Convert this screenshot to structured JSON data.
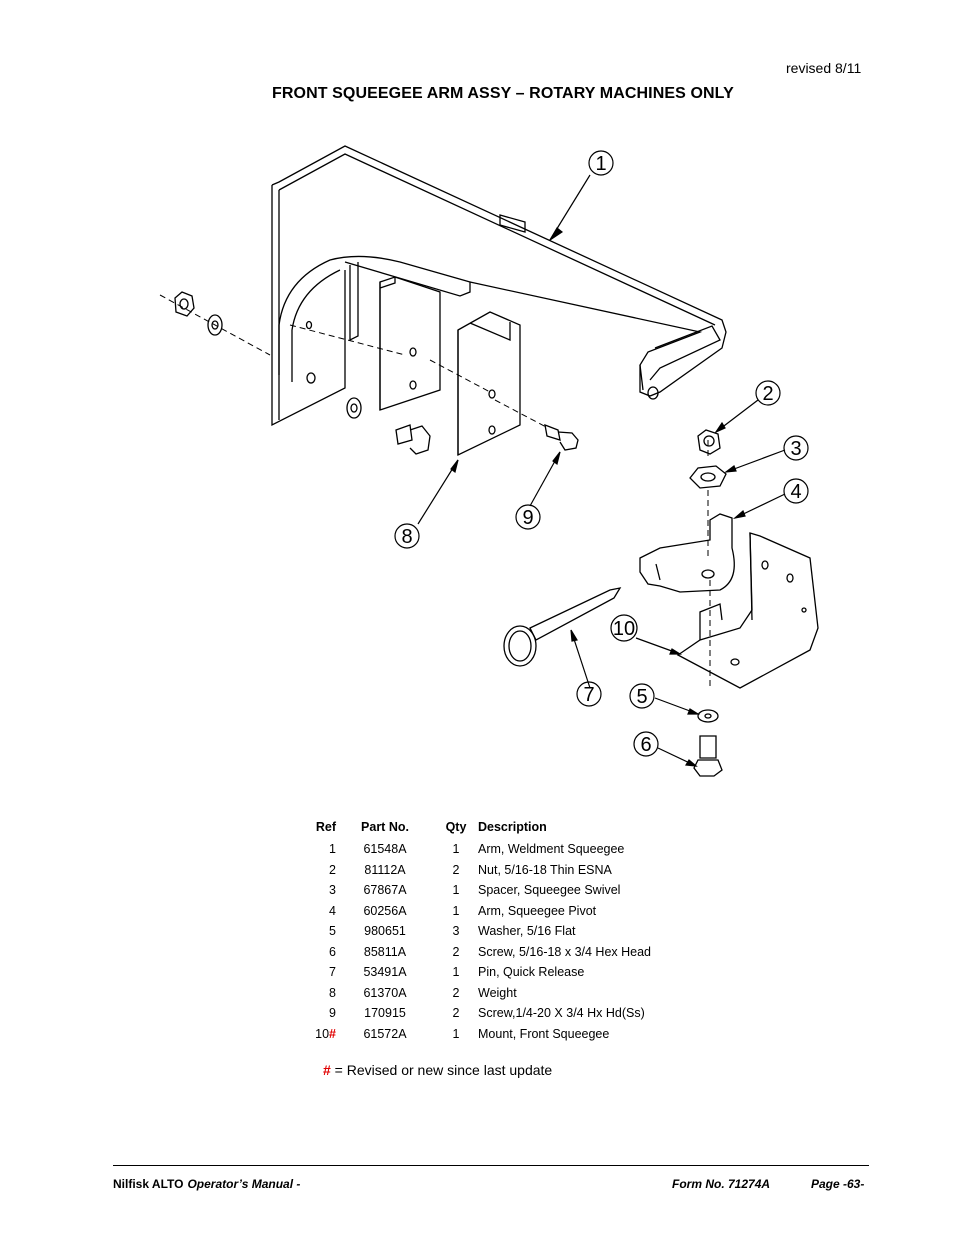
{
  "header": {
    "revised": "revised 8/11",
    "title": "FRONT SQUEEGEE ARM ASSY – ROTARY MACHINES ONLY"
  },
  "diagram": {
    "callouts": [
      "1",
      "2",
      "3",
      "4",
      "5",
      "6",
      "7",
      "8",
      "9",
      "10"
    ]
  },
  "parts_table": {
    "columns": {
      "ref": "Ref",
      "part_no": "Part No.",
      "qty": "Qty",
      "description": "Description"
    },
    "rows": [
      {
        "ref": "1",
        "mark": "",
        "part_no": "61548A",
        "qty": "1",
        "description": "Arm, Weldment Squeegee"
      },
      {
        "ref": "2",
        "mark": "",
        "part_no": "81112A",
        "qty": "2",
        "description": "Nut, 5/16-18 Thin ESNA"
      },
      {
        "ref": "3",
        "mark": "",
        "part_no": "67867A",
        "qty": "1",
        "description": "Spacer, Squeegee Swivel"
      },
      {
        "ref": "4",
        "mark": "",
        "part_no": "60256A",
        "qty": "1",
        "description": "Arm, Squeegee Pivot"
      },
      {
        "ref": "5",
        "mark": "",
        "part_no": "980651",
        "qty": "3",
        "description": "Washer, 5/16 Flat"
      },
      {
        "ref": "6",
        "mark": "",
        "part_no": "85811A",
        "qty": "2",
        "description": "Screw, 5/16-18 x 3/4 Hex Head"
      },
      {
        "ref": "7",
        "mark": "",
        "part_no": "53491A",
        "qty": "1",
        "description": "Pin, Quick Release"
      },
      {
        "ref": "8",
        "mark": "",
        "part_no": "61370A",
        "qty": "2",
        "description": "Weight"
      },
      {
        "ref": "9",
        "mark": "",
        "part_no": "170915",
        "qty": "2",
        "description": "Screw,1/4-20 X 3/4 Hx Hd(Ss)"
      },
      {
        "ref": "10",
        "mark": "#",
        "part_no": "61572A",
        "qty": "1",
        "description": "Mount, Front Squeegee"
      }
    ]
  },
  "note": {
    "symbol": "#",
    "text": " = Revised or new since last update"
  },
  "footer": {
    "brand": "Nilfisk ALTO",
    "manual": "Operator’s Manual -",
    "form": "Form No. 71274A",
    "page": "Page  -63-"
  },
  "colors": {
    "revision_mark": "#e00000"
  }
}
